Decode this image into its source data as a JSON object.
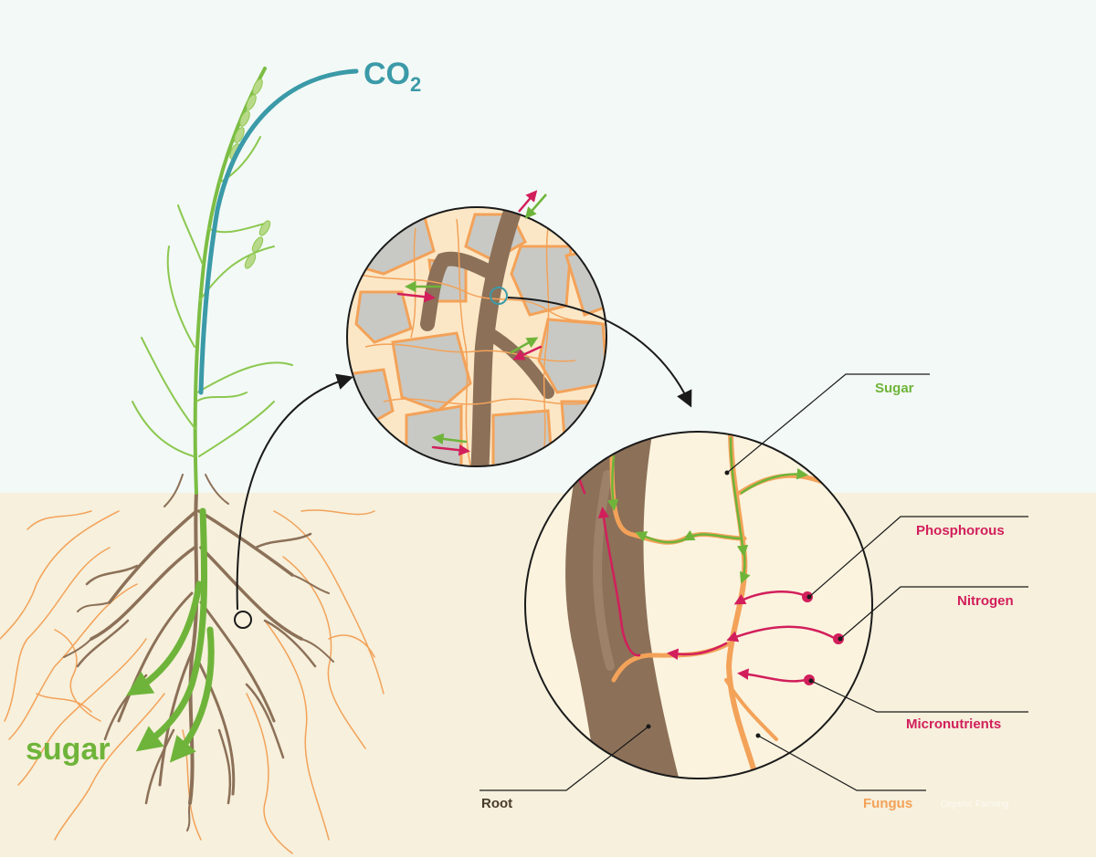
{
  "labels": {
    "co2_main": "CO",
    "co2_sub": "2",
    "sugar_big": "sugar",
    "sugar": "Sugar",
    "phosphorous": "Phosphorous",
    "nitrogen": "Nitrogen",
    "micronutrients": "Micronutrients",
    "root": "Root",
    "fungus": "Fungus"
  },
  "watermark": "Organic Farming",
  "colors": {
    "sky": "#f3f9f6",
    "soil": "#f6f0dc",
    "co2": "#3b9aa8",
    "sugar": "#6fb43a",
    "nutrient": "#d21f5c",
    "root": "#8c7058",
    "fungus": "#f3a259",
    "rock": "#c8c9c4",
    "ink": "#1a1a1a",
    "label_dark": "#4a3a2a"
  }
}
